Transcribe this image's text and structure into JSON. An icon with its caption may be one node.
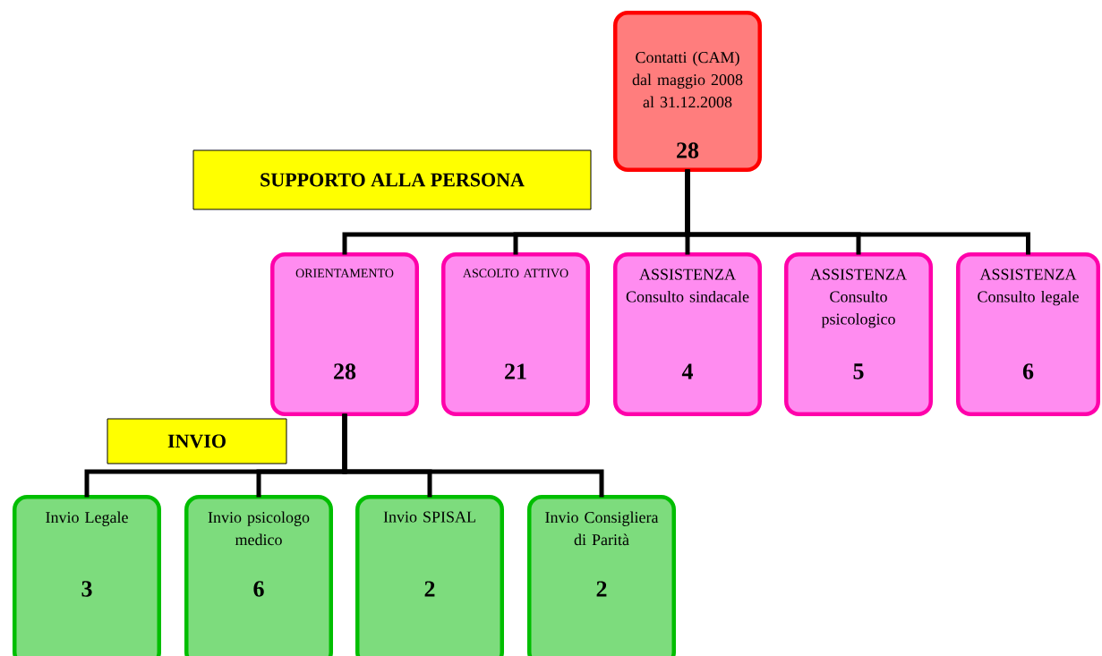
{
  "diagram": {
    "nodes": [
      {
        "text": [
          "Contatti (CAM) dal maggio 2008 al 31.12.2008",
          "28"
        ]
      },
      {
        "text": [
          "SUPPORTO ALLA PERSONA"
        ]
      },
      {
        "text": [
          "ORIENTAMENTO",
          "28"
        ]
      },
      {
        "text": [
          "ASCOLTO ATTIVO",
          "21"
        ]
      },
      {
        "text": [
          "ASSISTENZA Consulto sindacale",
          "4"
        ]
      },
      {
        "text": [
          "ASSISTENZA Consulto psicologico",
          "5"
        ]
      },
      {
        "text": [
          "ASSISTENZA Consulto legale",
          "6"
        ]
      },
      {
        "text": [
          "INVIO"
        ]
      },
      {
        "text": [
          "Invio Legale",
          "3"
        ]
      },
      {
        "text": [
          "Invio psicologo medico",
          "6"
        ]
      },
      {
        "text": [
          "Invio SPISAL",
          "2"
        ]
      },
      {
        "text": [
          "Invio Consigliera di Parità",
          "2"
        ]
      }
    ],
    "edges": [
      {
        "from": 0,
        "to": 2,
        "arrow": "none"
      },
      {
        "from": 0,
        "to": 3,
        "arrow": "none"
      },
      {
        "from": 0,
        "to": 4,
        "arrow": "none"
      },
      {
        "from": 0,
        "to": 5,
        "arrow": "none"
      },
      {
        "from": 0,
        "to": 6,
        "arrow": "none"
      },
      {
        "from": 2,
        "to": 8,
        "arrow": "none"
      },
      {
        "from": 2,
        "to": 9,
        "arrow": "none"
      },
      {
        "from": 2,
        "to": 10,
        "arrow": "none"
      },
      {
        "from": 2,
        "to": 11,
        "arrow": "none"
      }
    ]
  }
}
